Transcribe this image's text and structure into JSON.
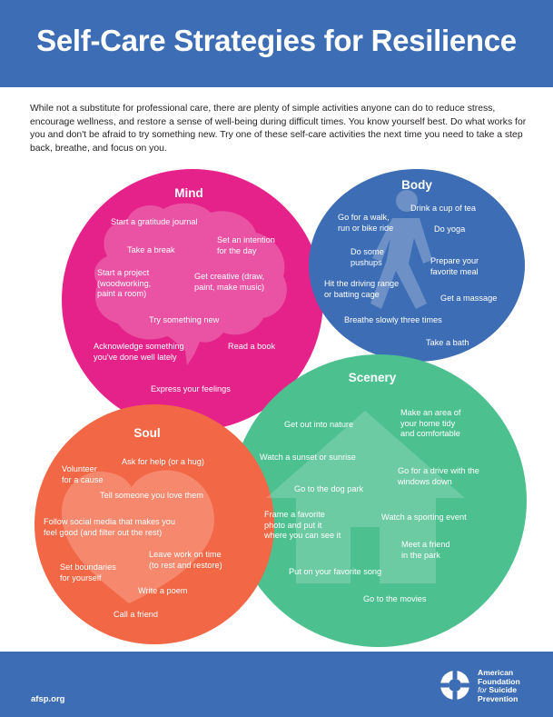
{
  "title": "Self-Care Strategies for Resilience",
  "intro": "While not a substitute for professional care, there are plenty of simple activities anyone can do to reduce stress, encourage wellness, and restore a sense of well-being during difficult times. You know yourself best. Do what works for you and don't be afraid to try something new. Try one of these self-care activities the next time you need to take a step back, breathe, and focus on you.",
  "colors": {
    "header": "#3d6db5",
    "mind": "#e5228a",
    "body": "#3d6db5",
    "scenery": "#4cc08f",
    "soul": "#f26745"
  },
  "mind": {
    "title": "Mind",
    "icon": "brain-icon",
    "items": [
      "Start a gratitude journal",
      "Take a break",
      "Set an intention\nfor the day",
      "Start a project\n(woodworking,\npaint a room)",
      "Get creative (draw,\npaint, make music)",
      "Try something new",
      "Acknowledge something\nyou've done well lately",
      "Read a book",
      "Express your feelings"
    ]
  },
  "body": {
    "title": "Body",
    "icon": "walking-person-icon",
    "items": [
      "Drink a cup of tea",
      "Go for a walk,\nrun or bike ride",
      "Do yoga",
      "Do some\npushups",
      "Prepare your\nfavorite meal",
      "Hit the driving range\nor batting cage",
      "Get a massage",
      "Breathe slowly three times",
      "Take a bath"
    ]
  },
  "scenery": {
    "title": "Scenery",
    "icon": "house-icon",
    "items": [
      "Get out into nature",
      "Make an area of\nyour home tidy\nand comfortable",
      "Watch a sunset or sunrise",
      "Go for a drive with the\nwindows down",
      "Go to the dog park",
      "Frame a favorite\nphoto and put it\nwhere you can see it",
      "Watch a sporting event",
      "Meet a friend\nin the park",
      "Put on your favorite song",
      "Go to the movies"
    ]
  },
  "soul": {
    "title": "Soul",
    "icon": "heart-icon",
    "items": [
      "Ask for help (or a hug)",
      "Volunteer\nfor a cause",
      "Tell someone you love them",
      "Follow social media that makes you\nfeel good (and filter out the rest)",
      "Leave work on time\n(to rest and restore)",
      "Set boundaries\nfor yourself",
      "Write a poem",
      "Call a friend"
    ]
  },
  "footer": {
    "url": "afsp.org",
    "logo_icon": "lifebuoy-icon",
    "org_lines": [
      "American",
      "Foundation",
      "for",
      "Suicide",
      "Prevention"
    ]
  }
}
